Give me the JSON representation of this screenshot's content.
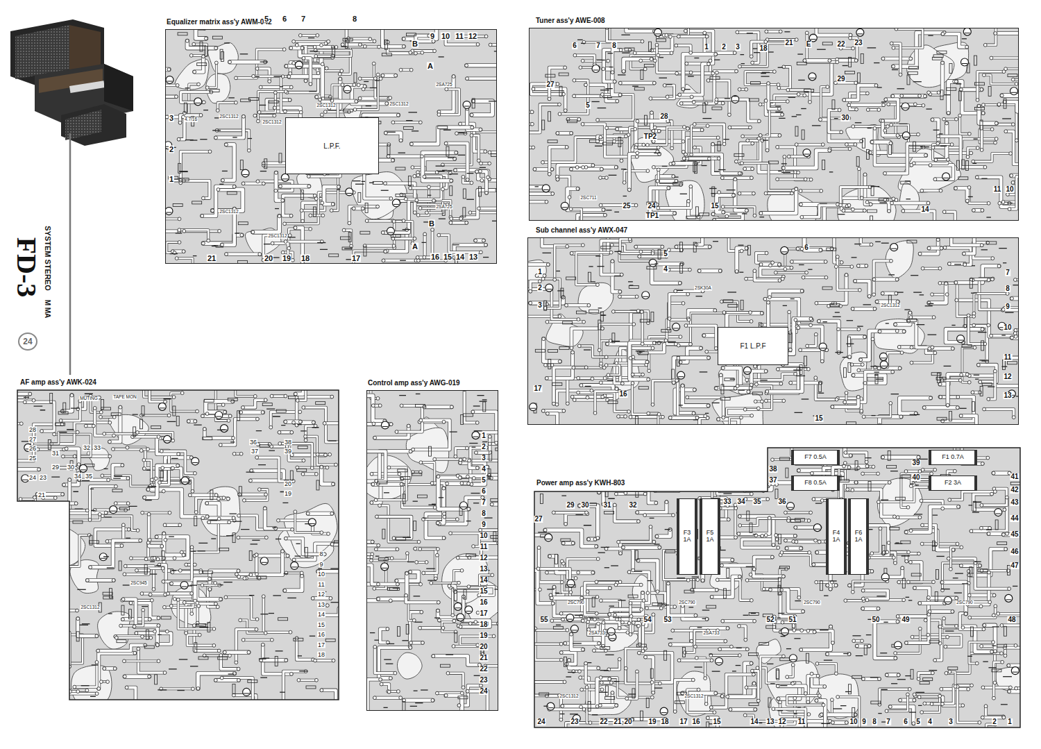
{
  "diagram": {
    "title": "FD-3",
    "nodes": [
      {
        "text": [
          "Equalizer matrix ass'y AWM-042"
        ]
      },
      {
        "text": [
          "L.P.F."
        ],
        "in": 0
      },
      {
        "text": [
          "Tuner ass'y AWE-008"
        ]
      },
      {
        "text": [
          "Sub channel ass'y AWX-047"
        ]
      },
      {
        "text": [
          "F1 L.P.F"
        ],
        "in": 3
      },
      {
        "text": [
          "AF amp ass'y AWK-024"
        ]
      },
      {
        "text": [
          "Control amp ass'y AWG-019"
        ]
      },
      {
        "text": [
          "Power amp ass'y KWH-803"
        ]
      },
      {
        "text": [
          "F7 0.5A"
        ],
        "in": 7
      },
      {
        "text": [
          "F8 0.5A"
        ],
        "in": 7
      },
      {
        "text": [
          "F1 0.7A"
        ],
        "in": 7
      },
      {
        "text": [
          "F2 3A"
        ],
        "in": 7
      },
      {
        "text": [
          "F3 1A"
        ],
        "in": 7
      },
      {
        "text": [
          "F5 1A"
        ],
        "in": 7
      },
      {
        "text": [
          "F4 1A"
        ],
        "in": 7
      },
      {
        "text": [
          "F6 1A"
        ],
        "in": 7
      }
    ],
    "labels": [
      "SYSTEM STEREO",
      "M MA",
      "24",
      "5",
      "6",
      "7",
      "8",
      "9",
      "10",
      "11",
      "12",
      "3",
      "2",
      "1",
      "21",
      "20",
      "19",
      "18",
      "17",
      "16",
      "15",
      "14",
      "13",
      "A",
      "B",
      "B",
      "A",
      "2SC1312",
      "2SC1312",
      "2SC1312",
      "2SC1312",
      "2SA725",
      "2SC1312",
      "2SC1312",
      "2SA725",
      "4.7/16",
      "6",
      "7",
      "8",
      "1",
      "2",
      "3",
      "18",
      "21",
      "E",
      "22",
      "23",
      "27",
      "5",
      "28",
      "29",
      "30",
      "TP2",
      "25",
      "24",
      "TP1",
      "15",
      "14",
      "11",
      "10",
      "2SC711",
      "1",
      "2",
      "3",
      "4",
      "5",
      "6",
      "7",
      "8",
      "9",
      "10",
      "11",
      "12",
      "13",
      "17",
      "16",
      "15",
      "2SC1312",
      "2SK30A",
      "MUTING",
      "TAPE MON",
      "28",
      "27",
      "26",
      "25",
      "24",
      "23",
      "21",
      "31",
      "29",
      "30",
      "32",
      "33",
      "34",
      "35",
      "36",
      "37",
      "38",
      "39",
      "20",
      "19",
      "8",
      "9",
      "10",
      "11",
      "12",
      "13",
      "14",
      "15",
      "16",
      "17",
      "18",
      "2SC1312",
      "2SC945",
      "1",
      "2",
      "3",
      "4",
      "5",
      "6",
      "7",
      "8",
      "9",
      "10",
      "11",
      "12",
      "13",
      "14",
      "15",
      "16",
      "17",
      "18",
      "19",
      "20",
      "21",
      "22",
      "23",
      "24",
      "27",
      "29",
      "30",
      "31",
      "32",
      "33",
      "34",
      "35",
      "36",
      "37",
      "38",
      "39",
      "40",
      "41",
      "42",
      "43",
      "44",
      "45",
      "46",
      "47",
      "55",
      "54",
      "53",
      "52",
      "51",
      "50",
      "49",
      "48",
      "24",
      "23",
      "22",
      "21",
      "20",
      "19",
      "18",
      "17",
      "16",
      "15",
      "14",
      "13",
      "12",
      "11",
      "10",
      "9",
      "8",
      "7",
      "6",
      "5",
      "4",
      "3",
      "2",
      "1",
      "2SC790",
      "2SC790",
      "2SC790",
      "2SC790",
      "2SA733",
      "2SA733",
      "2SC1312",
      "2SC1312"
    ]
  }
}
